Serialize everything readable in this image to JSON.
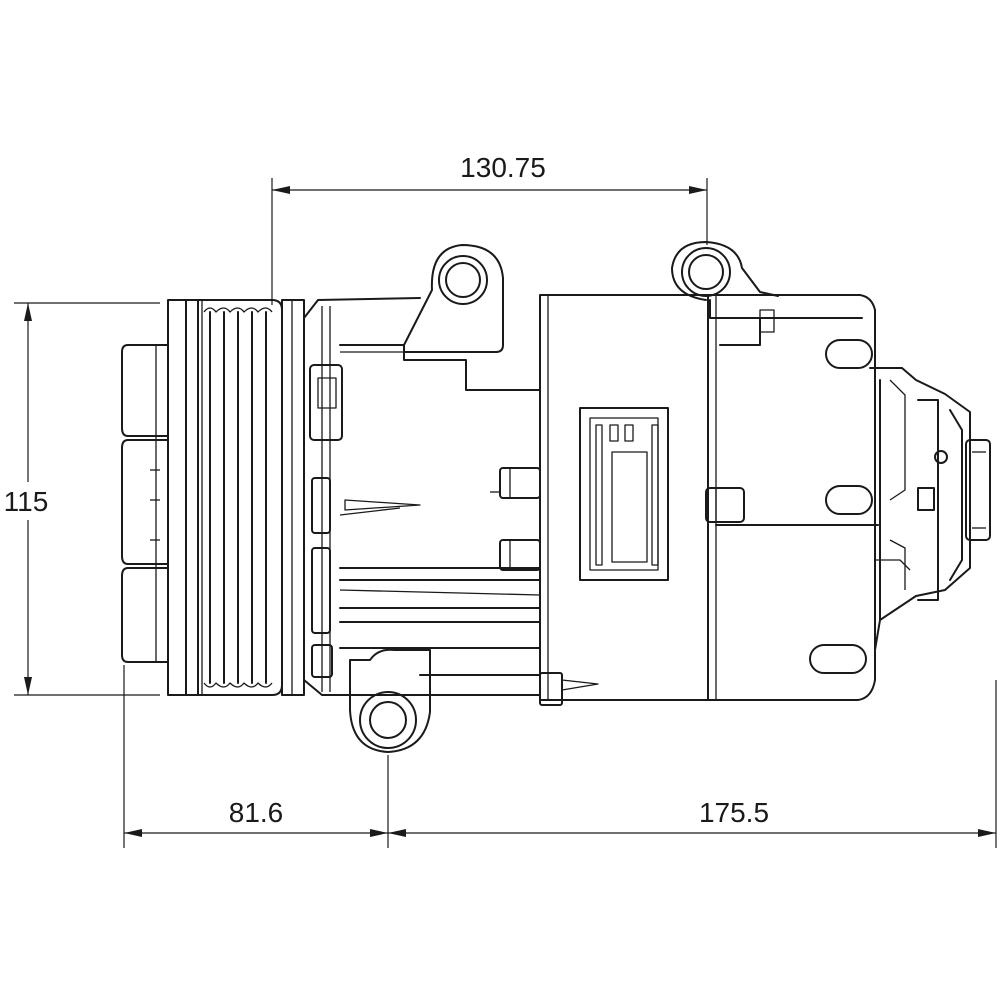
{
  "dimensions": {
    "top_width": "130.75",
    "height": "115",
    "bottom_left": "81.6",
    "bottom_right": "175.5"
  },
  "colors": {
    "line": "#1a1a1a",
    "background": "#ffffff"
  }
}
